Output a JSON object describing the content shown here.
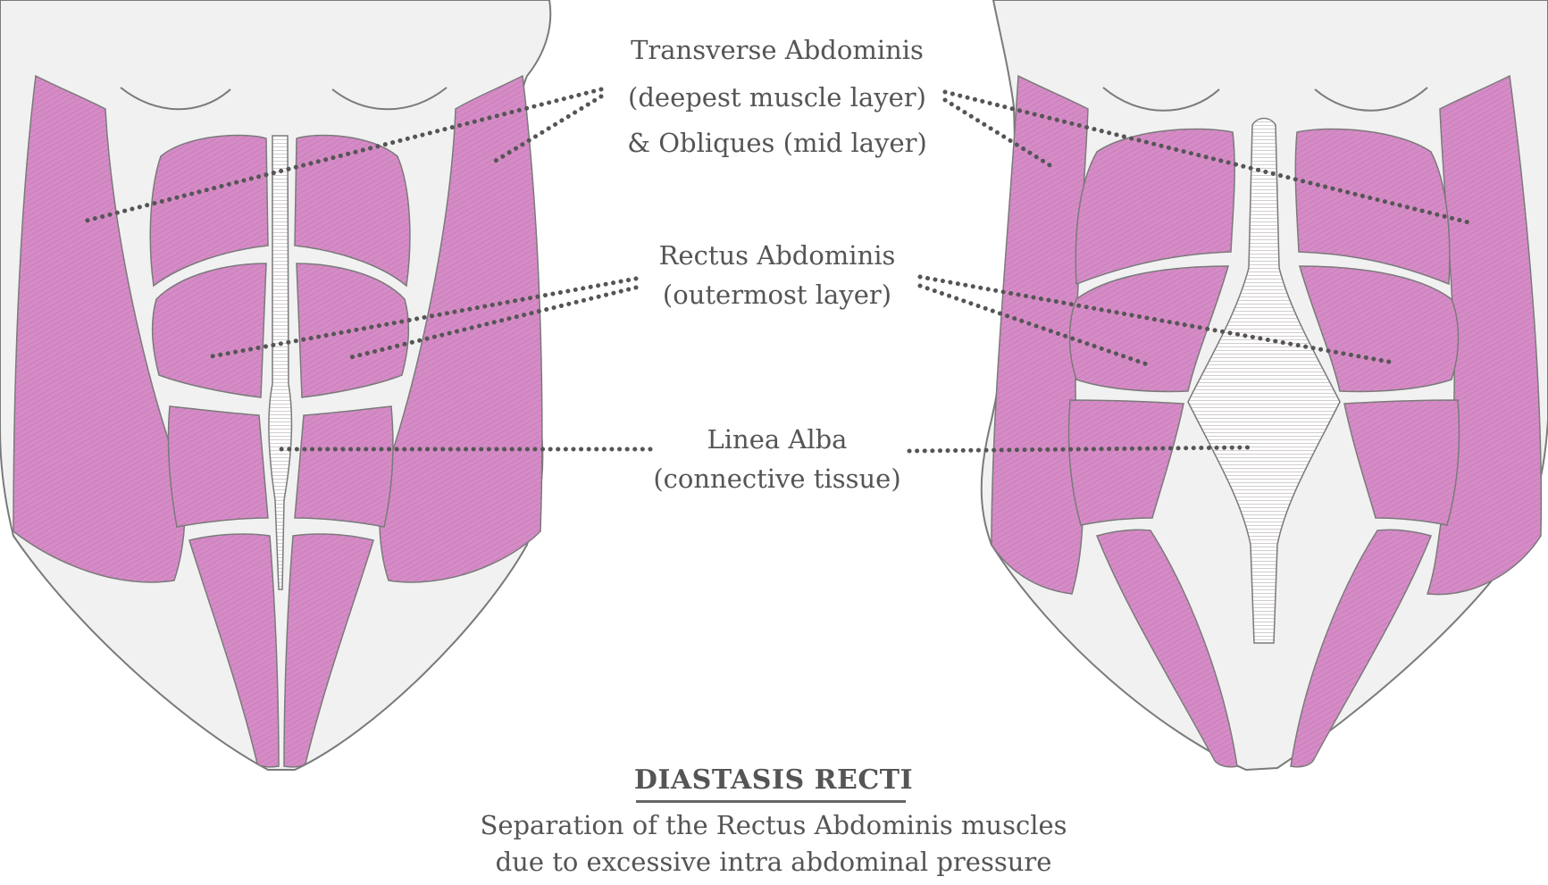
{
  "colors": {
    "muscle": "#d58cc6",
    "muscle_hatch": "#b968a9",
    "body_fill": "#f1f1f2",
    "outline": "#7a7a7a",
    "linea_fill": "#ffffff",
    "linea_hatch": "#8a7a86",
    "text": "#555555",
    "leader": "#555555"
  },
  "labels": {
    "transverse_line1": "Transverse Abdominis",
    "transverse_line2": "(deepest muscle layer)",
    "transverse_line3": "& Obliques (mid layer)",
    "rectus_line1": "Rectus Abdominis",
    "rectus_line2": "(outermost layer)",
    "linea_line1": "Linea Alba",
    "linea_line2": "(connective tissue)"
  },
  "caption": {
    "title": "DIASTASIS RECTI",
    "line1": "Separation of the Rectus Abdominis muscles",
    "line2": "due to excessive intra abdominal pressure"
  },
  "figures": [
    {
      "id": "normal-abdomen",
      "separation": "none"
    },
    {
      "id": "diastasis-abdomen",
      "separation": "widened linea alba"
    }
  ]
}
